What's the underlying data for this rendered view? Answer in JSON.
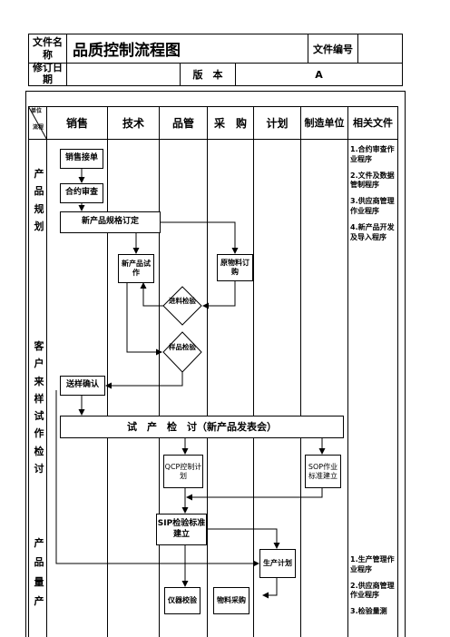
{
  "header": {
    "file_name_label": "文件名称",
    "title": "品质控制流程图",
    "file_no_label": "文件编号",
    "file_no_value": "",
    "revision_date_label": "修订日期",
    "revision_date_value": "",
    "version_label": "版　本",
    "version_value": "A"
  },
  "corner": {
    "top": "单位",
    "bottom": "流程"
  },
  "lanes": [
    "销售",
    "技术",
    "品管",
    "采　购",
    "计划",
    "制造单位",
    "相关文件"
  ],
  "stages": {
    "s1": "产品规划",
    "s2": "客户来样试作检讨",
    "s3": "产品量产"
  },
  "boxes": {
    "sales_order": "销售接单",
    "contract_review": "合约审查",
    "new_spec": "新产品规格订定",
    "new_trial": "新产品试　作",
    "raw_order": "原物料订　购",
    "incoming_check": "进料检验",
    "sample_check": "样品检验",
    "sample_confirm": "送样确认",
    "trial_review": "试　产　检　讨（新产品发表会）",
    "qcp": "QCP控制计划",
    "sop": "SOP作业标准建立",
    "sip": "SIP检验标准建立",
    "prod_plan": "生产计划",
    "instrument_check": "仪器校验",
    "material_purchase": "物料采购"
  },
  "related_docs_1": [
    "1.合约审查作业程序",
    "2.文件及数据管制程序",
    "3.供应商管理作业程序",
    "4.新产品开发及导入程序"
  ],
  "related_docs_2": [
    "1.生产管理作业程序",
    "2.供应商管理作业程序",
    "3.检验量测"
  ]
}
